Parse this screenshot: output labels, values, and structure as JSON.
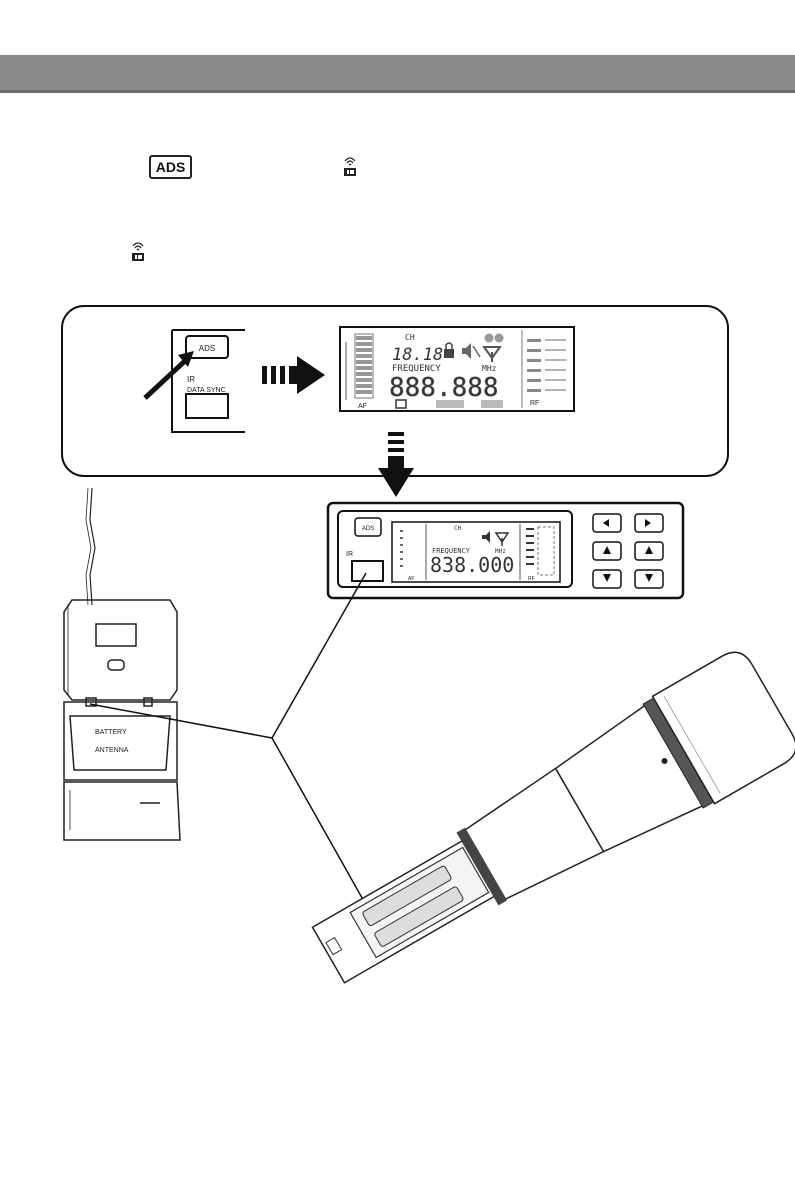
{
  "instruction": {
    "ads_key_label": "ADS"
  },
  "panel_top": {
    "button_label": "ADS",
    "ir_label": "IR",
    "sync_label": "DATA SYNC",
    "lcd": {
      "ch_label": "CH",
      "ch_value": "18.18",
      "freq_label": "FREQUENCY",
      "unit_label": "MHz",
      "freq_value": "888.888",
      "af_label": "AF",
      "rf_label": "RF"
    }
  },
  "receiver": {
    "button_label": "ADS",
    "ir_label": "IR",
    "ch_label": "CH",
    "freq_label": "FREQUENCY",
    "unit_label": "MHz",
    "freq_value": "838.000",
    "af_label": "AF",
    "rf_label": "RF"
  },
  "bodypack": {
    "battery_label": "BATTERY",
    "antenna_label": "ANTENNA"
  },
  "icons": [
    "ir-sync-icon",
    "arrow-right-icon",
    "arrow-down-icon",
    "lock-icon",
    "mute-icon",
    "antenna-icon"
  ]
}
